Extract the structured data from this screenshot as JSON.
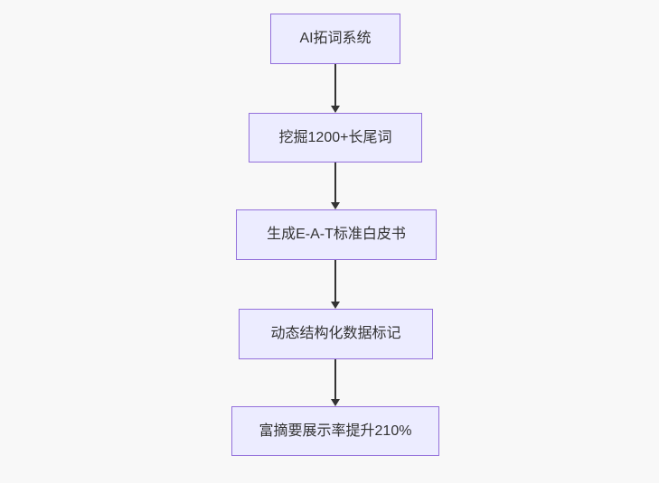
{
  "diagram": {
    "type": "flowchart",
    "direction": "top-down",
    "colors": {
      "background": "#f8f8f8",
      "node_fill": "#ececff",
      "node_border": "#9370db",
      "arrow": "#333333",
      "text": "#333333"
    },
    "nodes": [
      {
        "label": "AI拓词系统"
      },
      {
        "label": "挖掘1200+长尾词"
      },
      {
        "label": "生成E-A-T标准白皮书"
      },
      {
        "label": "动态结构化数据标记"
      },
      {
        "label": "富摘要展示率提升210%"
      }
    ],
    "edges": [
      {
        "from": 0,
        "to": 1
      },
      {
        "from": 1,
        "to": 2
      },
      {
        "from": 2,
        "to": 3
      },
      {
        "from": 3,
        "to": 4
      }
    ]
  }
}
